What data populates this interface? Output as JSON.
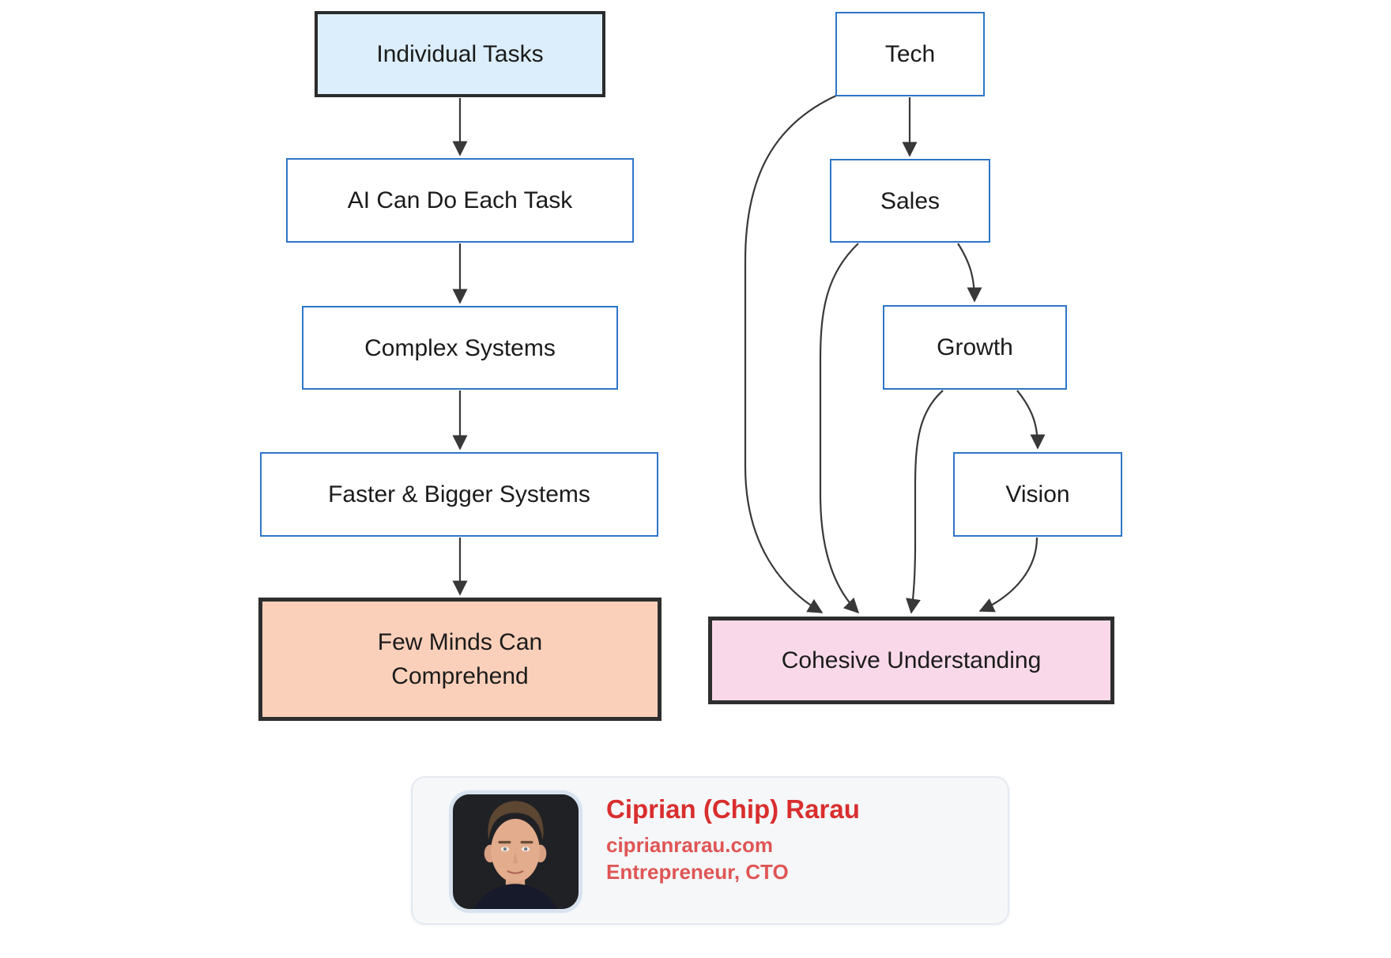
{
  "diagram": {
    "nodes": [
      {
        "id": "individual-tasks",
        "label": "Individual Tasks",
        "style": "emphasis-blue"
      },
      {
        "id": "ai-can-do-each-task",
        "label": "AI Can Do Each Task",
        "style": "default"
      },
      {
        "id": "complex-systems",
        "label": "Complex Systems",
        "style": "default"
      },
      {
        "id": "faster-bigger-systems",
        "label": "Faster & Bigger Systems",
        "style": "default"
      },
      {
        "id": "few-minds-can-comprehend",
        "label": "Few Minds Can Comprehend",
        "lines": [
          "Few Minds Can",
          "Comprehend"
        ],
        "style": "emphasis-peach"
      },
      {
        "id": "tech",
        "label": "Tech",
        "style": "default"
      },
      {
        "id": "sales",
        "label": "Sales",
        "style": "default"
      },
      {
        "id": "growth",
        "label": "Growth",
        "style": "default"
      },
      {
        "id": "vision",
        "label": "Vision",
        "style": "default"
      },
      {
        "id": "cohesive-understanding",
        "label": "Cohesive Understanding",
        "style": "emphasis-pink"
      }
    ],
    "edges": [
      "Individual Tasks → AI Can Do Each Task",
      "AI Can Do Each Task → Complex Systems",
      "Complex Systems → Faster & Bigger Systems",
      "Faster & Bigger Systems → Few Minds Can Comprehend",
      "Tech → Sales",
      "Sales → Growth",
      "Growth → Vision",
      "Tech → Cohesive Understanding",
      "Sales → Cohesive Understanding",
      "Growth → Cohesive Understanding",
      "Vision → Cohesive Understanding"
    ],
    "colors": {
      "node_border_blue": "#2e76c8",
      "emphasis_border_dark": "#2b2b2b",
      "fill_light_blue": "#dceefb",
      "fill_peach": "#fbd0ba",
      "fill_pink": "#f9d9e9",
      "arrow": "#383838",
      "node_text": "#1b1b1b"
    }
  },
  "profile_card": {
    "name": "Ciprian (Chip) Rarau",
    "website": "ciprianrarau.com",
    "role": "Entrepreneur, CTO",
    "name_color": "#d92e2e",
    "detail_color": "#e05555"
  }
}
